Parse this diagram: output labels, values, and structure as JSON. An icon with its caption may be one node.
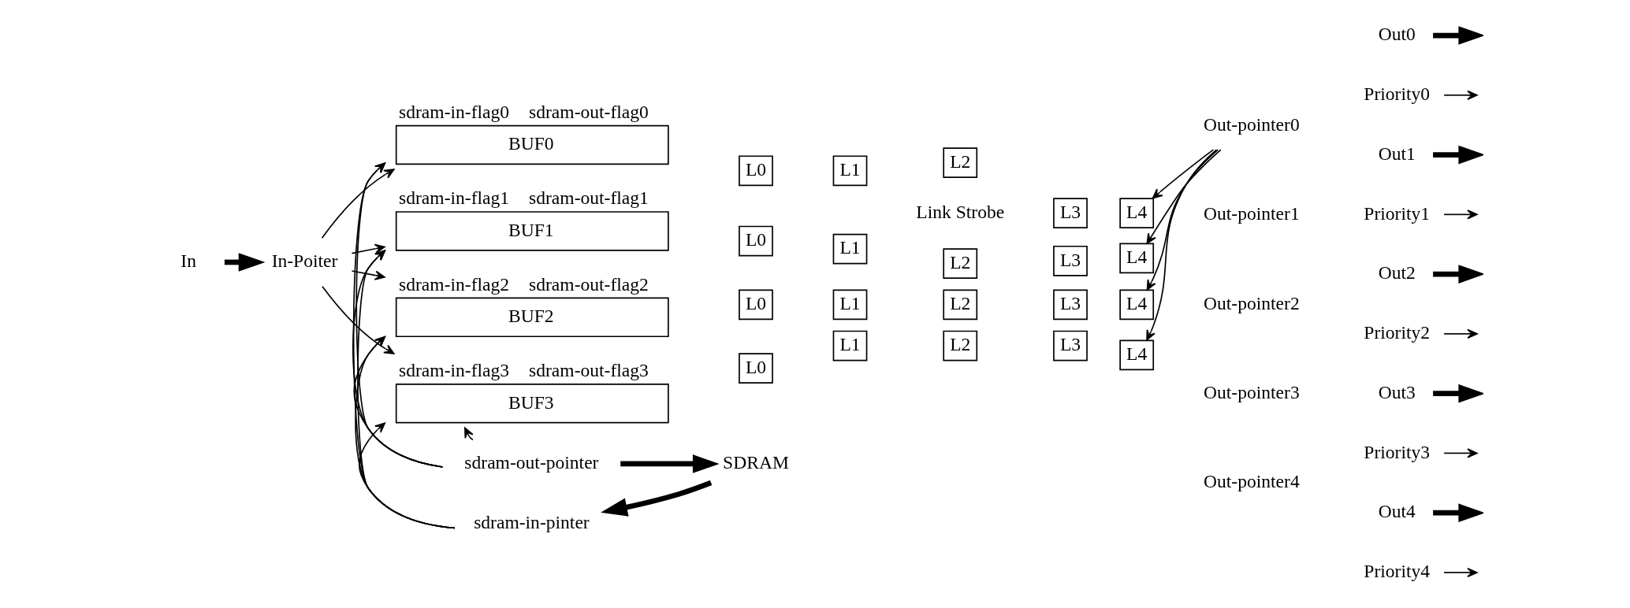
{
  "diagram": {
    "nodes": [
      {
        "text": [
          "In"
        ]
      },
      {
        "text": [
          "In-Poiter"
        ]
      },
      {
        "text": [
          "BUF0"
        ],
        "beside": [
          "sdram-in-flag0",
          "sdram-out-flag0"
        ]
      },
      {
        "text": [
          "L0"
        ]
      },
      {
        "text": [
          "L1"
        ]
      },
      {
        "text": [
          "L2"
        ]
      },
      {
        "text": [
          "L3"
        ]
      },
      {
        "text": [
          "L4"
        ]
      },
      {
        "text": [
          "BUF1"
        ],
        "beside": [
          "sdram-in-flag1",
          "sdram-out-flag1"
        ]
      },
      {
        "text": [
          "L0"
        ]
      },
      {
        "text": [
          "L1"
        ]
      },
      {
        "text": [
          "L2"
        ]
      },
      {
        "text": [
          "L3"
        ]
      },
      {
        "text": [
          "L4"
        ]
      },
      {
        "text": [
          "BUF2"
        ],
        "beside": [
          "sdram-in-flag2",
          "sdram-out-flag2"
        ]
      },
      {
        "text": [
          "L0"
        ]
      },
      {
        "text": [
          "L1"
        ]
      },
      {
        "text": [
          "L2"
        ]
      },
      {
        "text": [
          "L3"
        ]
      },
      {
        "text": [
          "L4"
        ]
      },
      {
        "text": [
          "BUF3"
        ],
        "beside": [
          "sdram-in-flag3",
          "sdram-out-flag3"
        ]
      },
      {
        "text": [
          "L0"
        ]
      },
      {
        "text": [
          "L1"
        ]
      },
      {
        "text": [
          "L2"
        ]
      },
      {
        "text": [
          "L3"
        ]
      },
      {
        "text": [
          "L4"
        ]
      },
      {
        "text": [
          "Out-pointer0"
        ]
      },
      {
        "text": [
          "Out0"
        ]
      },
      {
        "text": [
          "Priority0"
        ]
      },
      {
        "text": [
          "Out-pointer1"
        ]
      },
      {
        "text": [
          "Out1"
        ]
      },
      {
        "text": [
          "Priority1"
        ]
      },
      {
        "text": [
          "Out-pointer2"
        ]
      },
      {
        "text": [
          "Out2"
        ]
      },
      {
        "text": [
          "Priority2"
        ]
      },
      {
        "text": [
          "Out-pointer3"
        ]
      },
      {
        "text": [
          "Out3"
        ]
      },
      {
        "text": [
          "Priority3"
        ]
      },
      {
        "text": [
          "Out-pointer4"
        ]
      },
      {
        "text": [
          "Out4"
        ]
      },
      {
        "text": [
          "Priority4"
        ]
      },
      {
        "text": [
          "sdram-out-pointer"
        ]
      },
      {
        "text": [
          "sdram-in-pinter"
        ]
      },
      {
        "text": [
          "SDRAM"
        ]
      }
    ],
    "edges": [
      {
        "from": 0,
        "to": 1,
        "arrow": "to",
        "style": "thick"
      },
      {
        "from": 1,
        "to": 2,
        "arrow": "to"
      },
      {
        "from": 1,
        "to": 8,
        "arrow": "to"
      },
      {
        "from": 1,
        "to": 14,
        "arrow": "to"
      },
      {
        "from": 1,
        "to": 20,
        "arrow": "to"
      },
      {
        "from": 26,
        "to": 7,
        "arrow": "to"
      },
      {
        "from": 26,
        "to": 13,
        "arrow": "to"
      },
      {
        "from": 26,
        "to": 19,
        "arrow": "to"
      },
      {
        "from": 26,
        "to": 25,
        "arrow": "to"
      },
      {
        "from": 27,
        "to": null,
        "arrow": "to",
        "style": "thick"
      },
      {
        "from": 28,
        "to": null,
        "arrow": "to"
      },
      {
        "from": 30,
        "to": null,
        "arrow": "to",
        "style": "thick"
      },
      {
        "from": 31,
        "to": null,
        "arrow": "to"
      },
      {
        "from": 33,
        "to": null,
        "arrow": "to",
        "style": "thick"
      },
      {
        "from": 34,
        "to": null,
        "arrow": "to"
      },
      {
        "from": 36,
        "to": null,
        "arrow": "to",
        "style": "thick"
      },
      {
        "from": 37,
        "to": null,
        "arrow": "to"
      },
      {
        "from": 39,
        "to": null,
        "arrow": "to",
        "style": "thick"
      },
      {
        "from": 40,
        "to": null,
        "arrow": "to"
      },
      {
        "from": 41,
        "to": 2,
        "arrow": "to"
      },
      {
        "from": 41,
        "to": 8,
        "arrow": "to"
      },
      {
        "from": 41,
        "to": 14,
        "arrow": "to"
      },
      {
        "from": 41,
        "to": 20,
        "arrow": "to"
      },
      {
        "from": 42,
        "to": 2,
        "arrow": "to"
      },
      {
        "from": 42,
        "to": 8,
        "arrow": "to"
      },
      {
        "from": 42,
        "to": 14,
        "arrow": "to"
      },
      {
        "from": 42,
        "to": 20,
        "arrow": "to"
      },
      {
        "from": 41,
        "to": 43,
        "arrow": "to",
        "style": "thick"
      },
      {
        "from": 43,
        "to": 42,
        "arrow": "to",
        "style": "thick"
      }
    ],
    "labels": [
      "Link Strobe"
    ]
  }
}
